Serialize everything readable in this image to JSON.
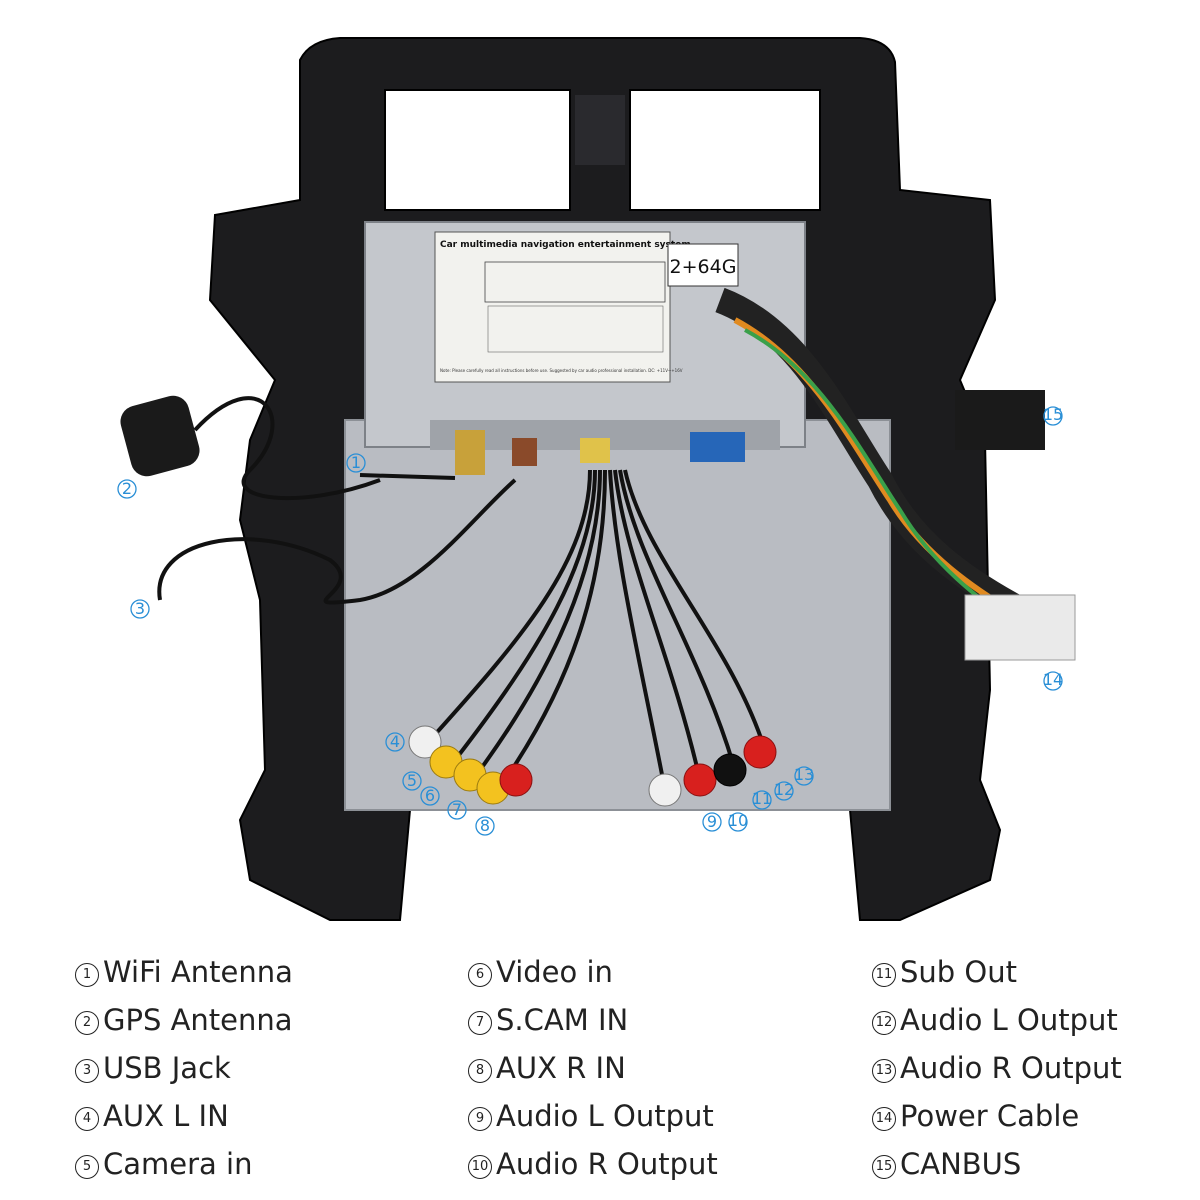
{
  "module_label": {
    "title": "Car multimedia navigation entertainment system",
    "storage_badge": "2+64G",
    "fine_print": "Note: Please carefully read all instructions before use. Suggested by car audio professional installation. DC: +11V~+16V"
  },
  "callouts": [
    "1",
    "2",
    "3",
    "4",
    "5",
    "6",
    "7",
    "8",
    "9",
    "10",
    "11",
    "12",
    "13",
    "14",
    "15"
  ],
  "legend": [
    {
      "num": "1",
      "text": "WiFi Antenna"
    },
    {
      "num": "2",
      "text": "GPS Antenna"
    },
    {
      "num": "3",
      "text": "USB Jack"
    },
    {
      "num": "4",
      "text": "AUX L IN"
    },
    {
      "num": "5",
      "text": "Camera in"
    },
    {
      "num": "6",
      "text": "Video in"
    },
    {
      "num": "7",
      "text": "S.CAM IN"
    },
    {
      "num": "8",
      "text": "AUX R IN"
    },
    {
      "num": "9",
      "text": "Audio L Output"
    },
    {
      "num": "10",
      "text": "Audio R Output"
    },
    {
      "num": "11",
      "text": "Sub Out"
    },
    {
      "num": "12",
      "text": "Audio L Output"
    },
    {
      "num": "13",
      "text": "Audio R Output"
    },
    {
      "num": "14",
      "text": "Power Cable"
    },
    {
      "num": "15",
      "text": "CANBUS"
    }
  ]
}
